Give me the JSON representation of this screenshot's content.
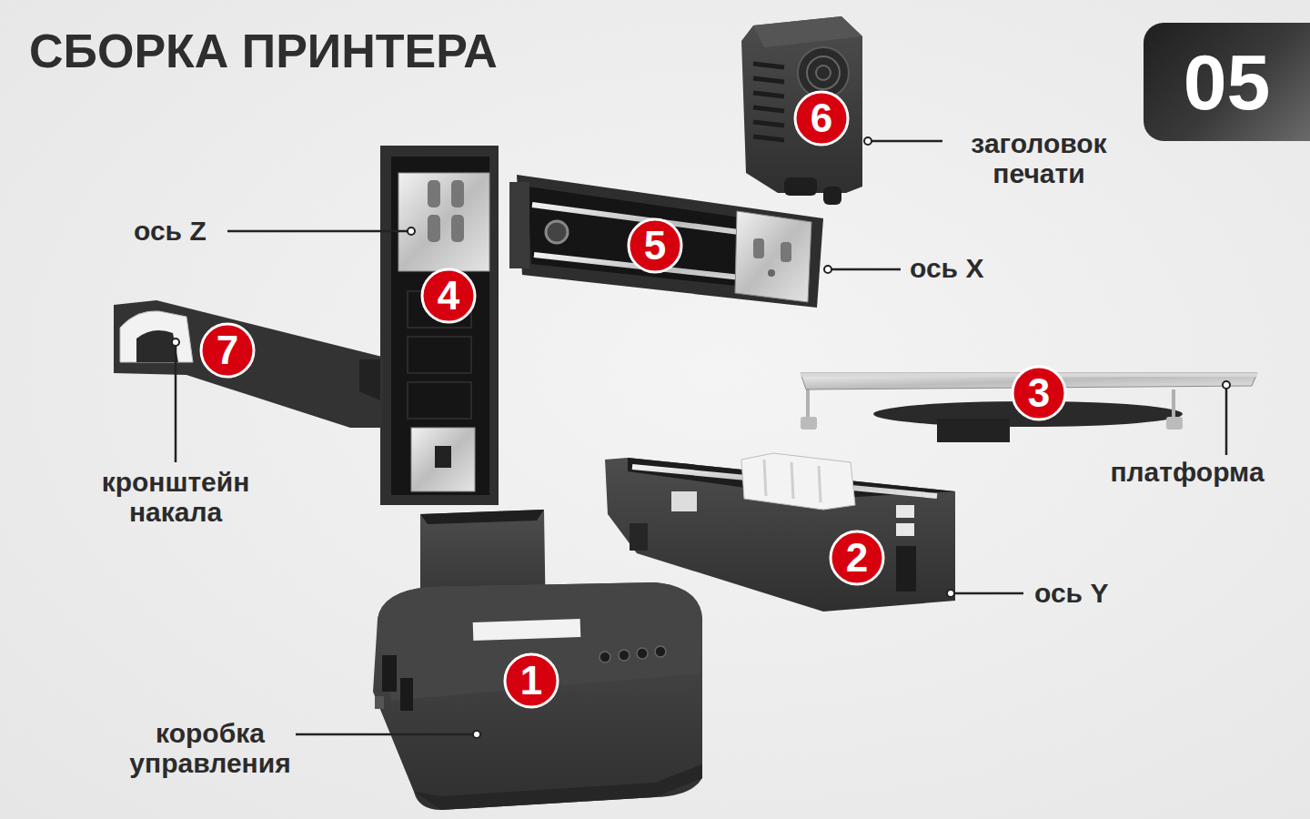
{
  "diagram": {
    "title": "СБОРКА ПРИНТЕРА",
    "nodes": [
      {
        "text": [
          "05"
        ]
      },
      {
        "text": [
          "6"
        ]
      },
      {
        "text": [
          "5"
        ]
      },
      {
        "text": [
          "4"
        ]
      },
      {
        "text": [
          "7"
        ]
      },
      {
        "text": [
          "3"
        ]
      },
      {
        "text": [
          "2"
        ]
      },
      {
        "text": [
          "1"
        ]
      }
    ],
    "labels": [
      "заголовок печати",
      "ось Z",
      "ось X",
      "платформа",
      "кронштейн накала",
      "ось Y",
      "коробка управления"
    ]
  }
}
